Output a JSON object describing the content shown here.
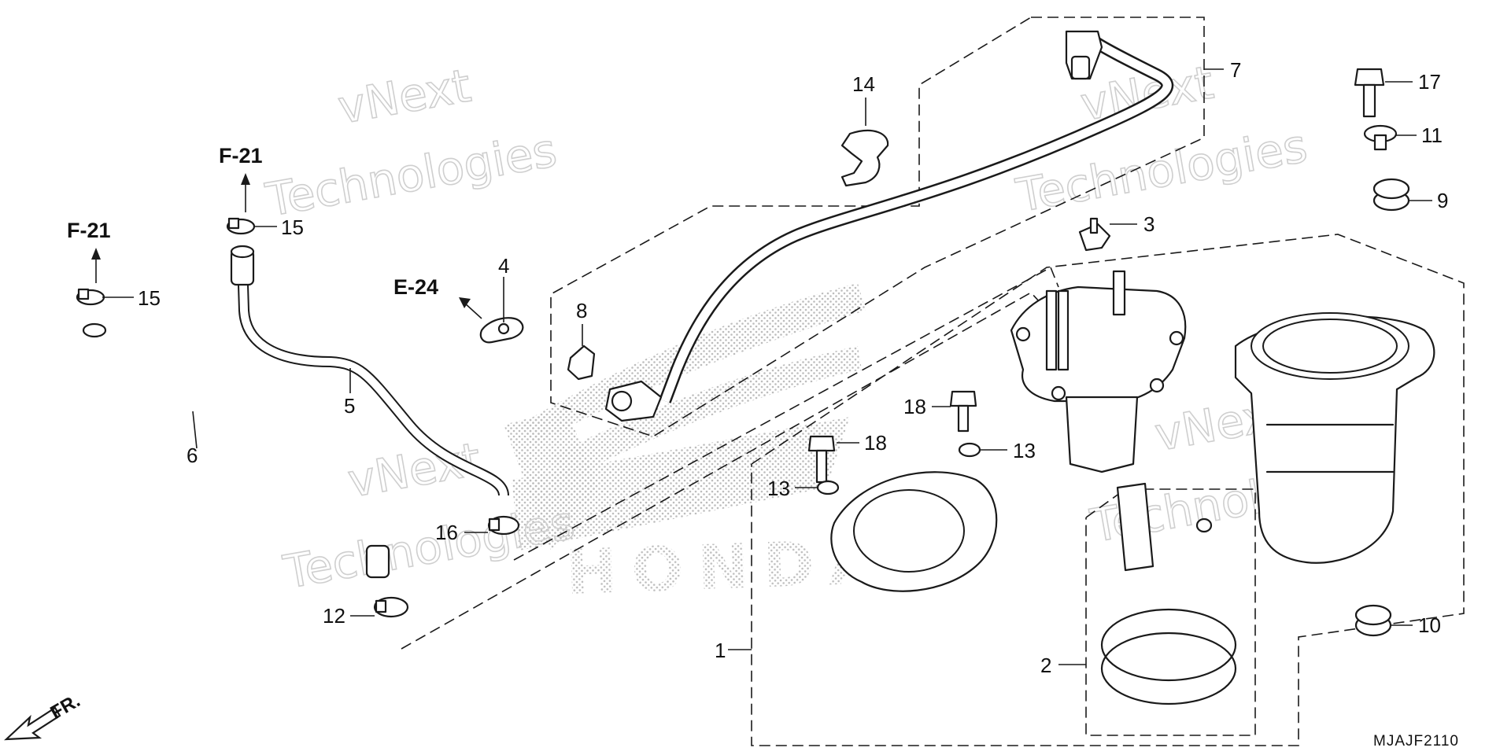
{
  "watermark": {
    "line1": "vNext",
    "line2": "Technologies"
  },
  "diagram_code": "MJAJF2110",
  "front_label": "FR.",
  "brand": "HONDA",
  "references": {
    "f21_a": "F-21",
    "f21_b": "F-21",
    "e24": "E-24"
  },
  "callouts": {
    "c1": "1",
    "c2": "2",
    "c3": "3",
    "c4": "4",
    "c5": "5",
    "c6": "6",
    "c7": "7",
    "c8": "8",
    "c9": "9",
    "c10": "10",
    "c11": "11",
    "c12": "12",
    "c13a": "13",
    "c13b": "13",
    "c14": "14",
    "c15a": "15",
    "c15b": "15",
    "c16": "16",
    "c17": "17",
    "c18a": "18",
    "c18b": "18"
  }
}
